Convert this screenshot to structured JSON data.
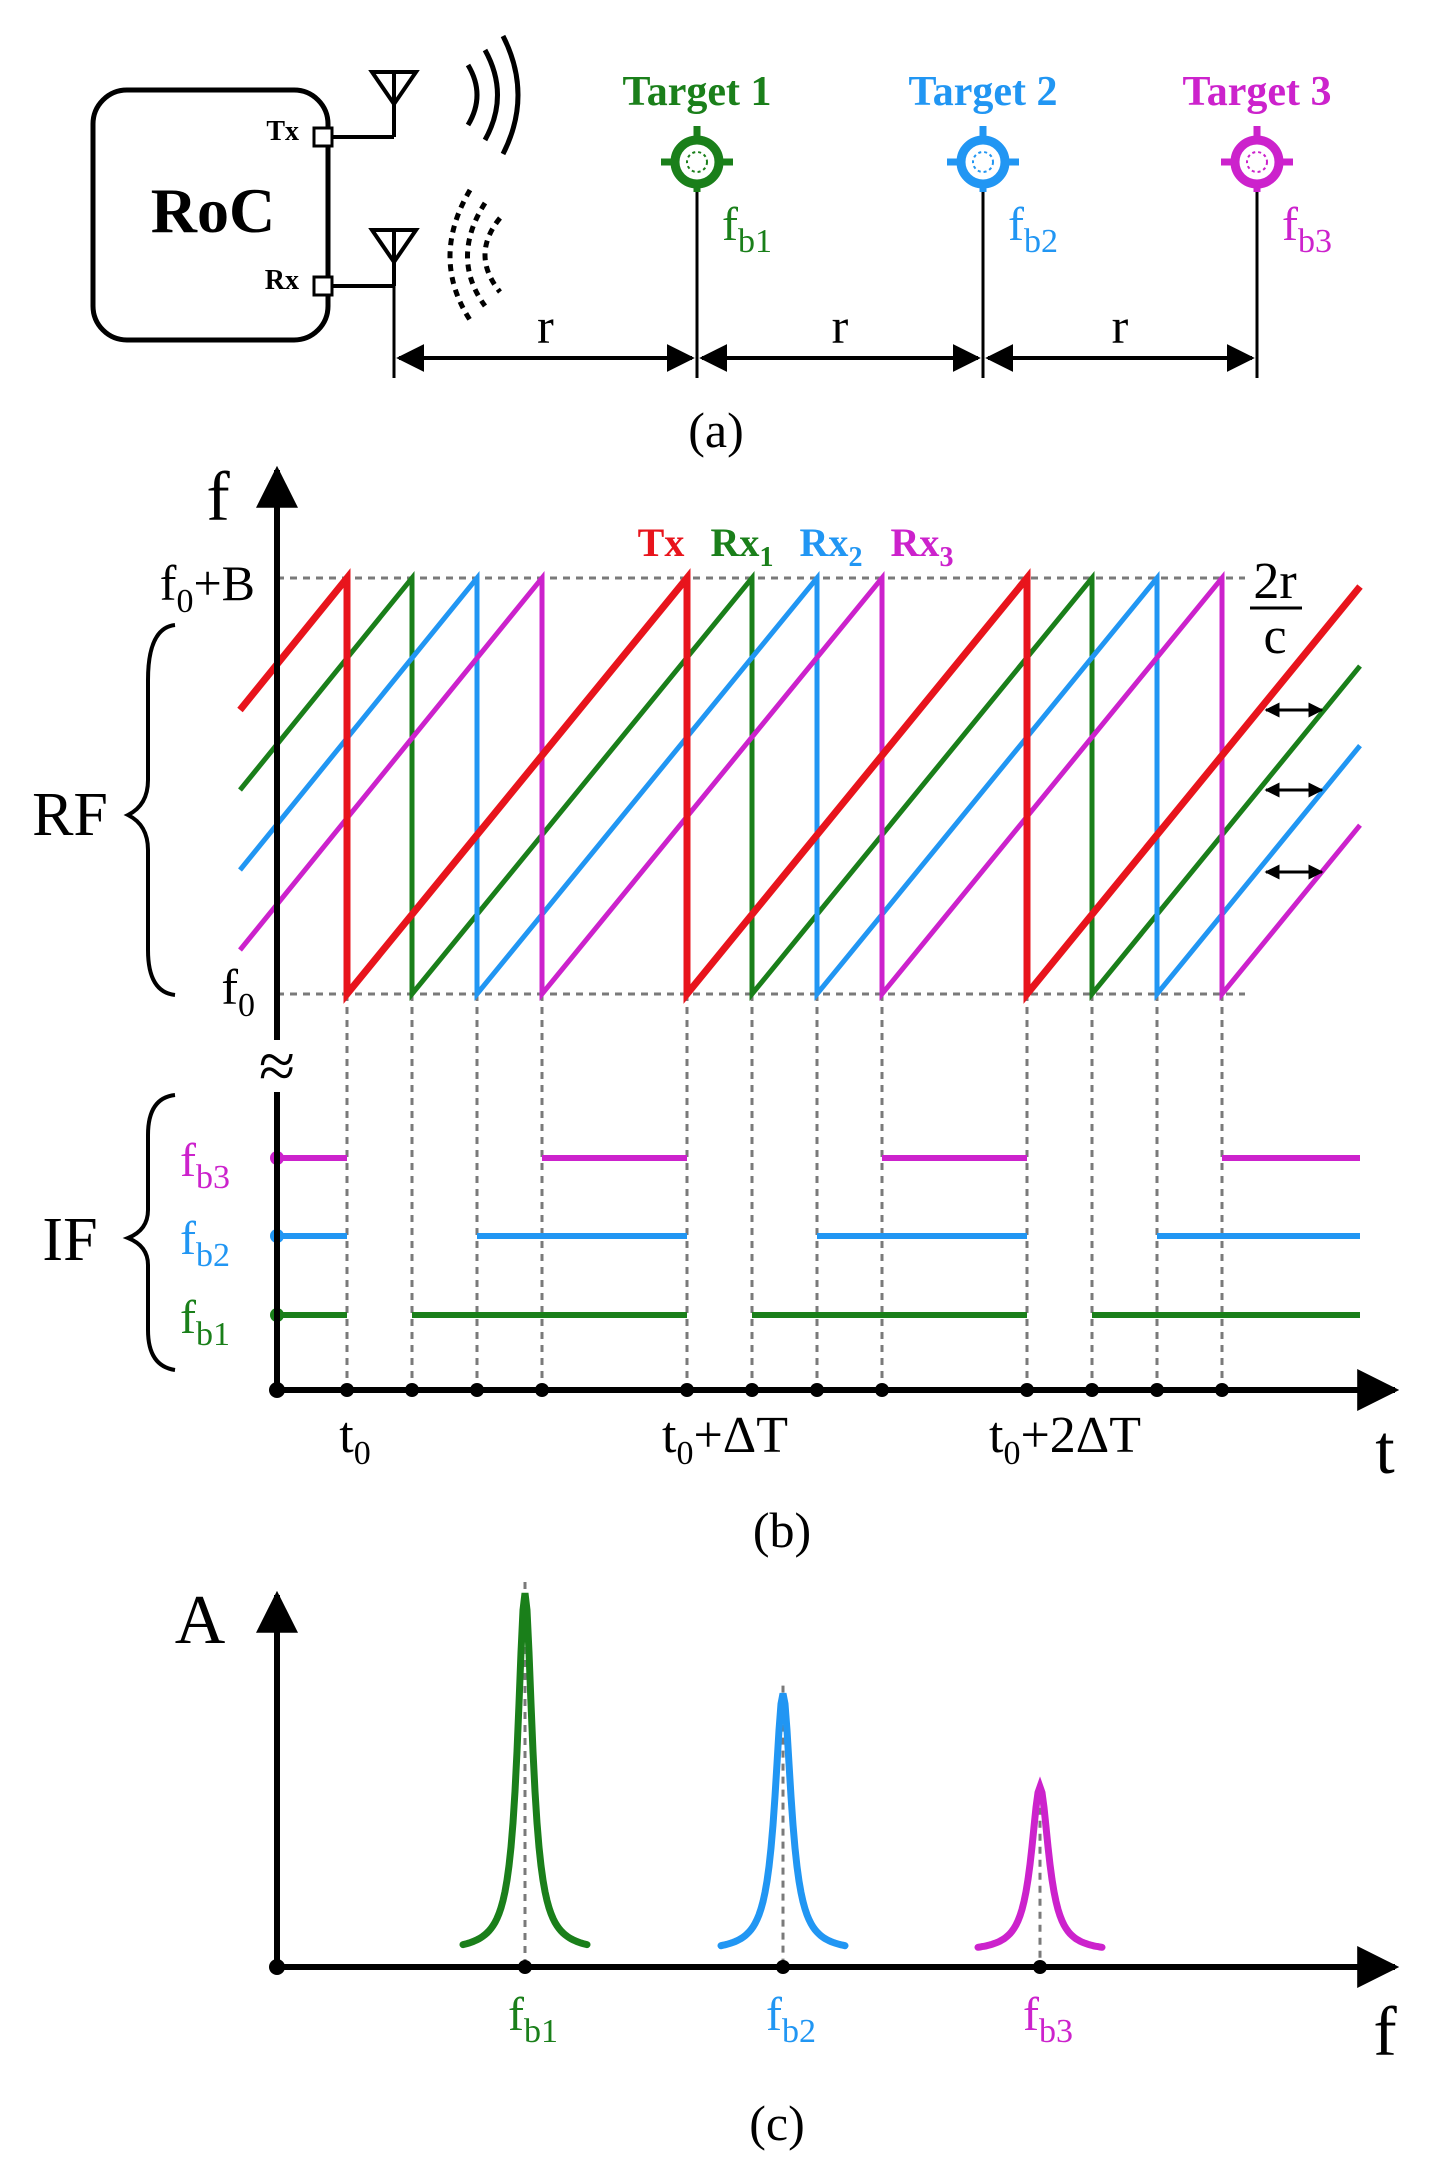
{
  "colors": {
    "tx": "#e8141c",
    "rx1": "#1a7f1a",
    "rx2": "#2196f3",
    "rx3": "#cc22cc",
    "axis": "#000000",
    "guide": "#7a7a7a"
  },
  "panel_a": {
    "chip_label": "RoC",
    "tx_port": "Tx",
    "rx_port": "Rx",
    "targets": [
      {
        "name": "Target 1",
        "freq": "f",
        "freq_sub": "b1",
        "color": "#1a7f1a"
      },
      {
        "name": "Target 2",
        "freq": "f",
        "freq_sub": "b2",
        "color": "#2196f3"
      },
      {
        "name": "Target 3",
        "freq": "f",
        "freq_sub": "b3",
        "color": "#cc22cc"
      }
    ],
    "spacing_label": "r",
    "caption": "(a)"
  },
  "panel_b": {
    "y_axis": "f",
    "x_axis": "t",
    "f_top": {
      "base": "f",
      "sub": "0",
      "rest": "+B"
    },
    "f_bottom": {
      "base": "f",
      "sub": "0"
    },
    "region_rf": "RF",
    "region_if": "IF",
    "legend": [
      {
        "text": "Tx",
        "sub": "",
        "color": "#e8141c"
      },
      {
        "text": "Rx",
        "sub": "1",
        "color": "#1a7f1a"
      },
      {
        "text": "Rx",
        "sub": "2",
        "color": "#2196f3"
      },
      {
        "text": "Rx",
        "sub": "3",
        "color": "#cc22cc"
      }
    ],
    "delay_num": "2r",
    "delay_den": "c",
    "if_levels": [
      {
        "label": "f",
        "sub": "b3",
        "color": "#cc22cc"
      },
      {
        "label": "f",
        "sub": "b2",
        "color": "#2196f3"
      },
      {
        "label": "f",
        "sub": "b1",
        "color": "#1a7f1a"
      }
    ],
    "time_labels": [
      {
        "base": "t",
        "sub": "0",
        "rest": ""
      },
      {
        "base": "t",
        "sub": "0",
        "rest": "+ΔT"
      },
      {
        "base": "t",
        "sub": "0",
        "rest": "+2ΔT"
      }
    ],
    "break_symbol": "≈",
    "caption": "(b)"
  },
  "panel_c": {
    "y_axis": "A",
    "x_axis": "f",
    "peaks": [
      {
        "label": "f",
        "sub": "b1",
        "color": "#1a7f1a",
        "amplitude": 1.0
      },
      {
        "label": "f",
        "sub": "b2",
        "color": "#2196f3",
        "amplitude": 0.72
      },
      {
        "label": "f",
        "sub": "b3",
        "color": "#cc22cc",
        "amplitude": 0.46
      }
    ],
    "caption": "(c)"
  }
}
